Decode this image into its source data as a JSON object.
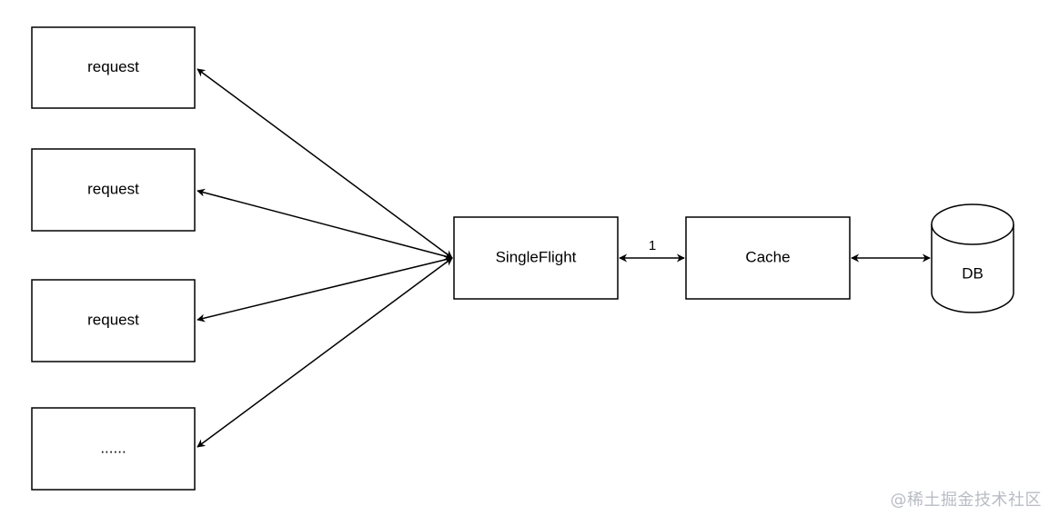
{
  "nodes": {
    "request_1": {
      "label": "request"
    },
    "request_2": {
      "label": "request"
    },
    "request_3": {
      "label": "request"
    },
    "request_4": {
      "label": "......"
    },
    "singleflight": {
      "label": "SingleFlight"
    },
    "cache": {
      "label": "Cache"
    },
    "db": {
      "label": "DB"
    }
  },
  "edges": {
    "singleflight_cache": {
      "label": "1"
    }
  },
  "watermark": "@稀土掘金技术社区"
}
